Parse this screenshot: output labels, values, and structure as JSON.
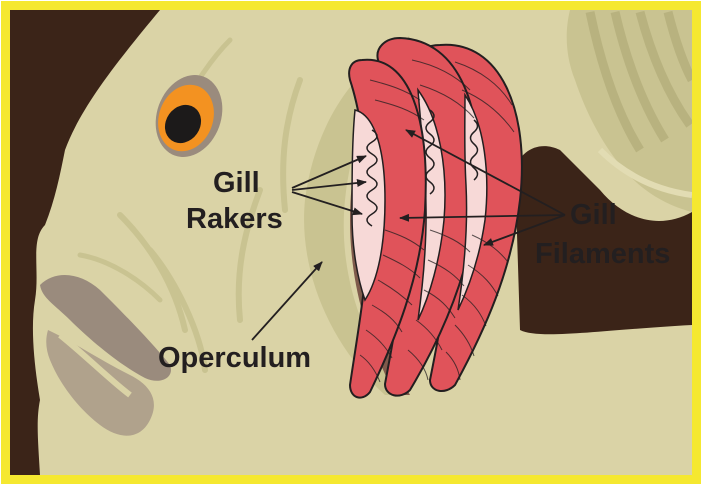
{
  "labels": {
    "gill_rakers_line1": "Gill",
    "gill_rakers_line2": "Rakers",
    "gill_filaments_line1": "Gill",
    "gill_filaments_line2": "Filaments",
    "operculum": "Operculum"
  },
  "colors": {
    "border": "#f5e830",
    "background": "#3b2418",
    "fish_body": "#dad3a6",
    "fin": "#c9c391",
    "lip": "#9a8b7d",
    "eye_ring": "#f39221",
    "eye_pupil": "#1c1a1a",
    "gill_filament": "#e0535a",
    "gill_raker": "#f7d9d7",
    "label_text": "#231f20"
  }
}
